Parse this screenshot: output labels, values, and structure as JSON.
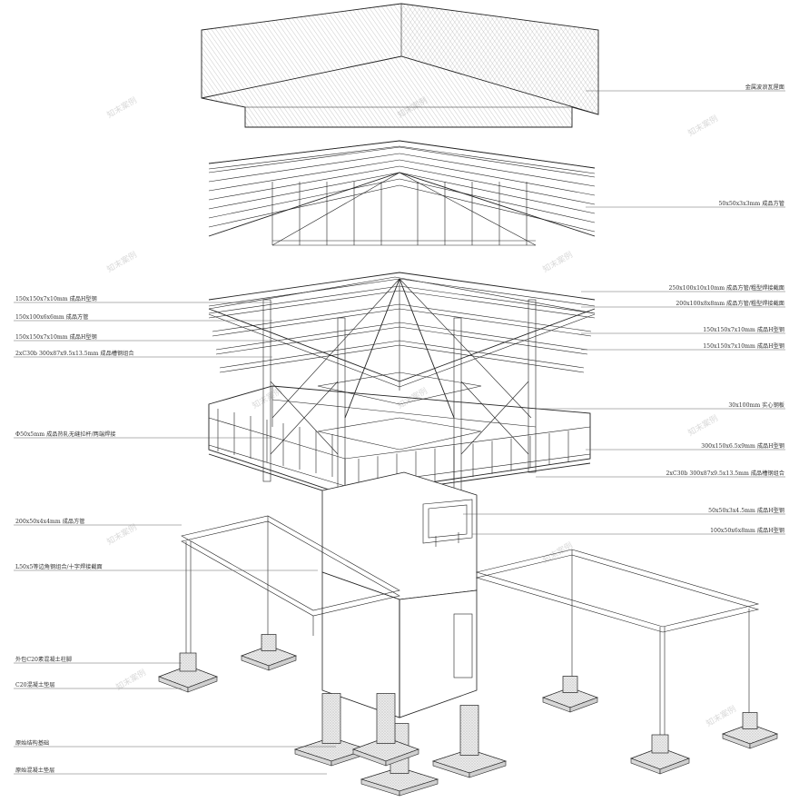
{
  "labels_right": [
    "金属波浪瓦屋面",
    "50x50x3x3mm 成品方管",
    "250x100x10x10mm 成品方管/粗型焊接截面",
    "200x100x8x8mm 成品方管/粗型焊接截面",
    "150x150x7x10mm 成品H型钢",
    "150x150x7x10mm 成品H型钢",
    "30x100mm 实心钢板",
    "300x150x6.5x9mm 成品H型钢",
    "2xC30b 300x87x9.5x13.5mm 成品槽钢组合",
    "50x50x3x4.5mm 成品H型钢",
    "100x50x6x8mm 成品H型钢"
  ],
  "labels_left": [
    "150x150x7x10mm 成品H型钢",
    "150x100x6x6mm 成品方管",
    "150x150x7x10mm 成品H型钢",
    "2xC30b 300x87x9.5x13.5mm 成品槽钢组合",
    "Φ50x5mm 成品热轧无缝拉杆/两端焊接",
    "200x50x4x4mm 成品方管",
    "L50x5等边角钢组合/十字焊接截面",
    "外包C20素混凝土柱脚",
    "C20混凝土垫层",
    "原始结构基础",
    "原始混凝土垫层"
  ],
  "watermark": "知末案例"
}
